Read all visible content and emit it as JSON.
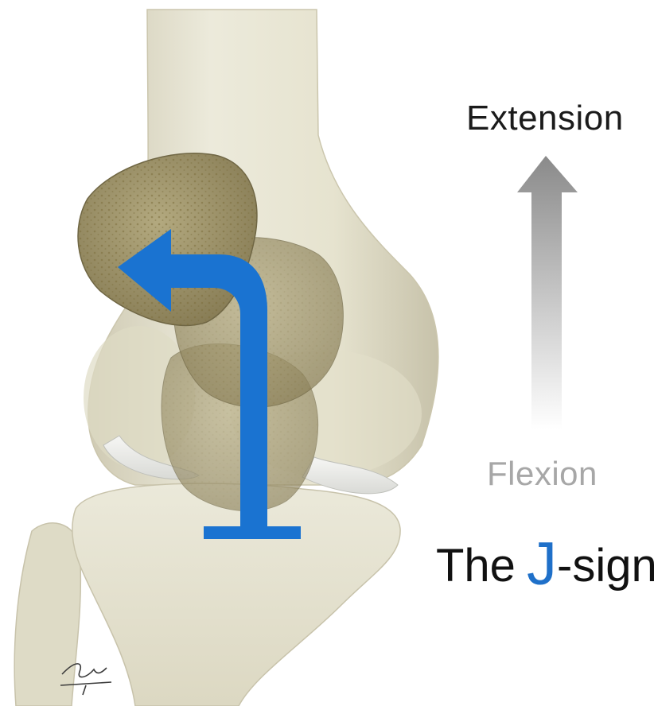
{
  "labels": {
    "extension": "Extension",
    "flexion": "Flexion",
    "jsign_prefix": "The",
    "jsign_letter": "J",
    "jsign_suffix": "-sign"
  },
  "colors": {
    "jsign_accent": "#1f70c9",
    "arrow_blue": "#1a73d1",
    "bone": "#e3e0cb",
    "patella": "#9b9066",
    "gradient_arrow_dark": "#8a8a8a"
  },
  "icons": {
    "direction_arrow": "gradient-up-arrow-icon",
    "j_path_arrow": "j-path-arrow-icon",
    "signature": "artist-signature"
  }
}
